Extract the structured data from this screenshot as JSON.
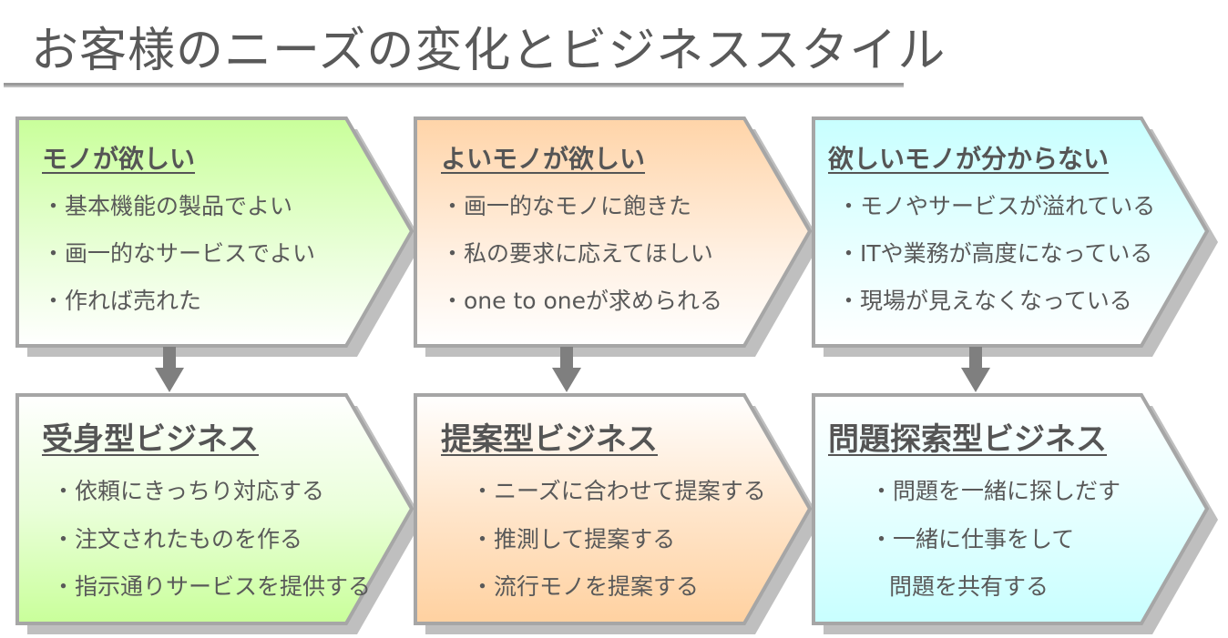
{
  "title": "お客様のニーズの変化とビジネススタイル",
  "columns": [
    {
      "needs": {
        "heading": "モノが欲しい",
        "items": [
          "・基本機能の製品でよい",
          "・画一的なサービスでよい",
          "・作れば売れた"
        ]
      },
      "style": {
        "heading": "受身型ビジネス",
        "items": [
          "・依頼にきっちり対応する",
          "・注文されたものを作る",
          "・指示通りサービスを提供する"
        ]
      },
      "colors": {
        "top": "#c9ff9a",
        "mid": "#f3ffe6"
      }
    },
    {
      "needs": {
        "heading": "よいモノが欲しい",
        "items": [
          "・画一的なモノに飽きた",
          "・私の要求に応えてほしい",
          "・one to oneが求められる"
        ]
      },
      "style": {
        "heading": "提案型ビジネス",
        "items": [
          "・ニーズに合わせて提案する",
          "・推測して提案する",
          "・流行モノを提案する"
        ]
      },
      "colors": {
        "top": "#ffd4a8",
        "mid": "#fff4ea"
      }
    },
    {
      "needs": {
        "heading": "欲しいモノが分からない",
        "items": [
          "・モノやサービスが溢れている",
          "・ITや業務が高度になっている",
          "・現場が見えなくなっている"
        ]
      },
      "style": {
        "heading": "問題探索型ビジネス",
        "items": [
          "・問題を一緒に探しだす",
          "・一緒に仕事をして",
          "問題を共有する"
        ]
      },
      "colors": {
        "top": "#c8ffff",
        "mid": "#f0ffff"
      }
    }
  ],
  "colors": {
    "title_text": "#595959",
    "box_border": "#a6a6a6",
    "shadow": "#bfbfbf",
    "arrow": "#7f7f7f"
  }
}
